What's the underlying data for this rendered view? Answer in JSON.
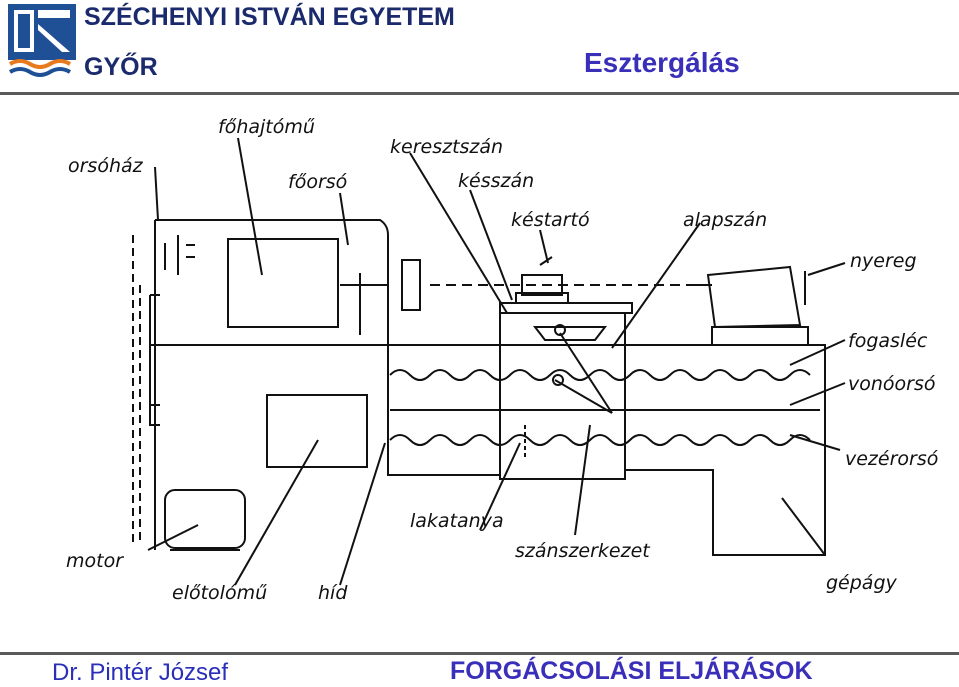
{
  "header": {
    "university": "SZÉCHENYI ISTVÁN EGYETEM",
    "city": "GYŐR",
    "title": "Esztergálás"
  },
  "footer": {
    "author": "Dr. Pintér József",
    "course": "FORGÁCSOLÁSI ELJÁRÁSOK"
  },
  "diagram": {
    "labels": {
      "orsohaz": "orsóház",
      "fohajtomu": "főhajtómű",
      "foorso": "főorsó",
      "keresztszan": "keresztszán",
      "kesszan": "késszán",
      "kestarto": "késtartó",
      "alapszan": "alapszán",
      "nyereg": "nyereg",
      "fogasleс": "fogasléc",
      "vonoorso": "vonóorsó",
      "vezerorso": "vezérorsó",
      "gepagy": "gépágy",
      "lakatanya": "lakatanya",
      "szanszerkezet": "szánszerkezet",
      "motor": "motor",
      "elotolomu": "előtolómű",
      "hid": "híd"
    }
  },
  "colors": {
    "header_text": "#1a2a6c",
    "title_text": "#3a2fb8",
    "rule": "#5a5a5a",
    "logo_blue": "#1f4f95",
    "logo_orange": "#e87a1e"
  }
}
